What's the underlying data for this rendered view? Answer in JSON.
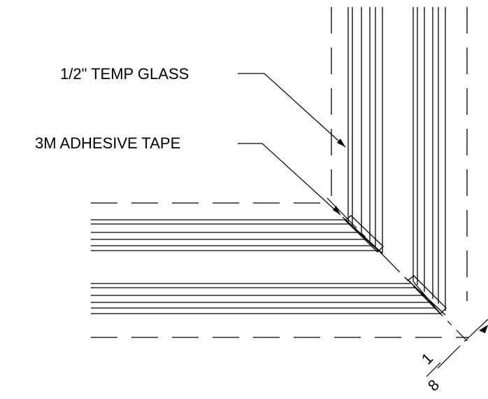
{
  "callouts": {
    "glass": "1/2\" TEMP GLASS",
    "tape": "3M ADHESIVE TAPE"
  },
  "dimension": {
    "numerator": "1",
    "denominator": "8"
  }
}
